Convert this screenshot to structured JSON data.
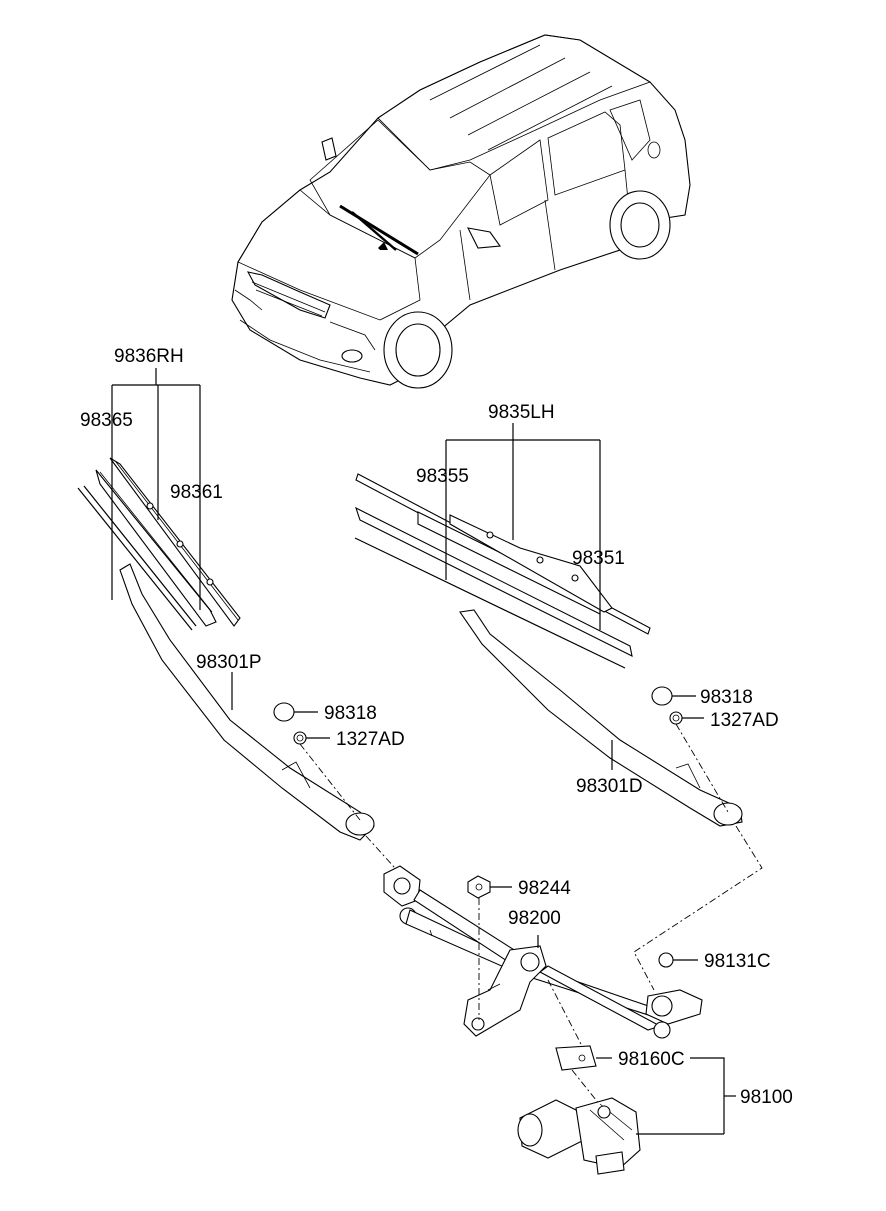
{
  "labels": {
    "rh_set": "9836RH",
    "rh_refill": "98365",
    "rh_blade": "98361",
    "lh_set": "9835LH",
    "lh_refill": "98355",
    "lh_blade": "98351",
    "rh_arm": "98301P",
    "lh_arm": "98301D",
    "cap_left": "98318",
    "nut_left": "1327AD",
    "cap_right": "98318",
    "nut_right": "1327AD",
    "pivot_nut": "98244",
    "linkage": "98200",
    "motor_nut": "98131C",
    "bracket": "98160C",
    "motor": "98100"
  }
}
